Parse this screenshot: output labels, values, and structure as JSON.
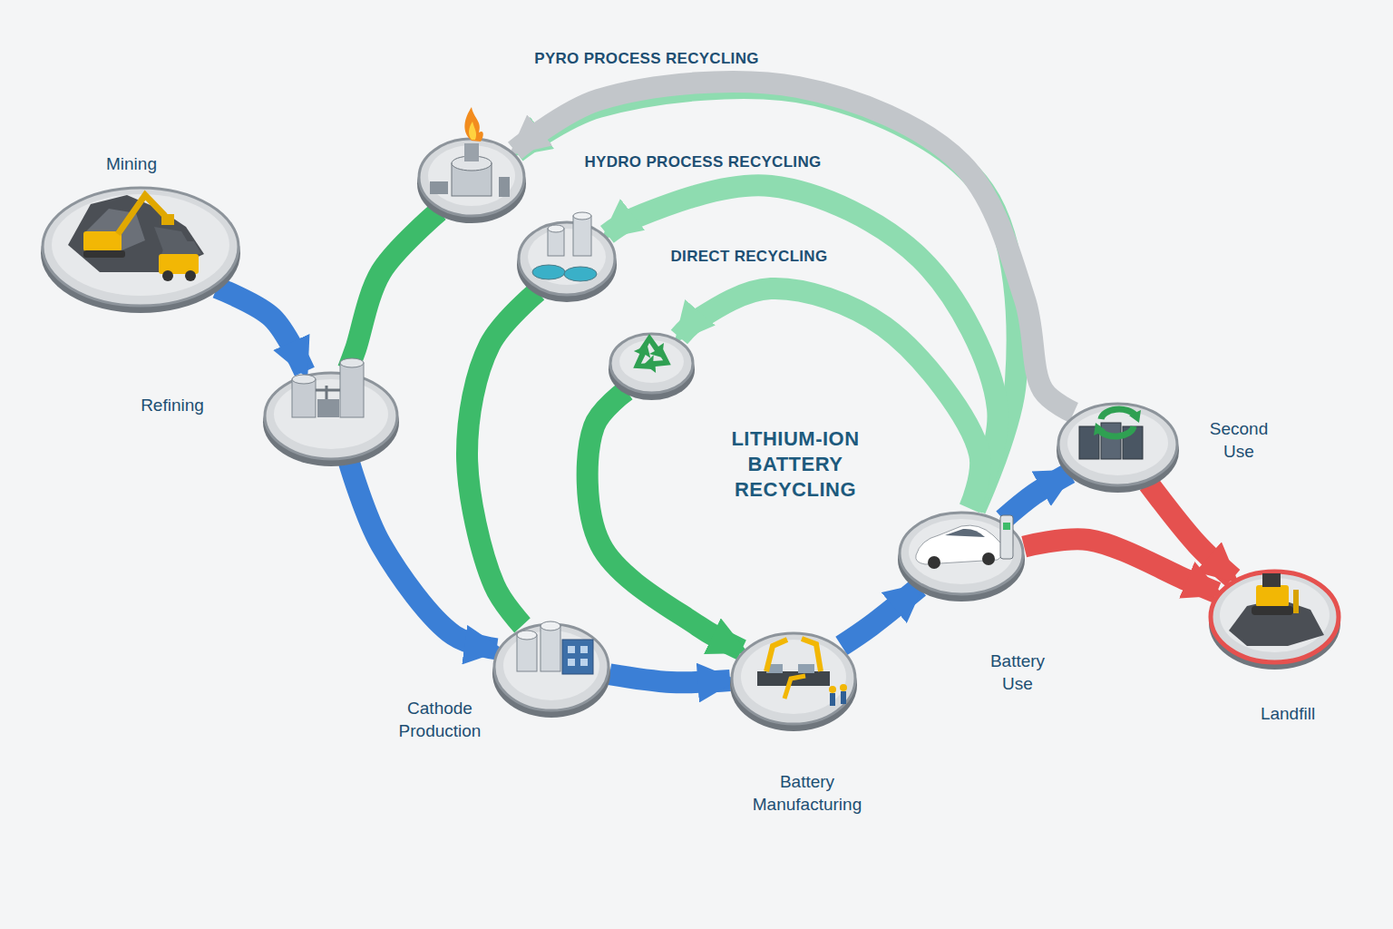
{
  "diagram": {
    "title": "LITHIUM-ION BATTERY RECYCLING",
    "nodes": [
      {
        "text": [
          "Mining"
        ]
      },
      {
        "text": [
          "Refining"
        ]
      },
      {
        "text": [
          "Cathode Production"
        ]
      },
      {
        "text": [
          "Battery Manufacturing"
        ]
      },
      {
        "text": [
          "Battery Use"
        ]
      },
      {
        "text": [
          "Second Use"
        ]
      },
      {
        "text": [
          "Landfill"
        ]
      },
      {
        "text": [
          "PYRO PROCESS RECYCLING"
        ]
      },
      {
        "text": [
          "HYDRO PROCESS RECYCLING"
        ]
      },
      {
        "text": [
          "DIRECT RECYCLING"
        ]
      }
    ],
    "edges": [
      {
        "from": 0,
        "to": 1,
        "arrow": "to"
      },
      {
        "from": 1,
        "to": 2,
        "arrow": "to"
      },
      {
        "from": 2,
        "to": 3,
        "arrow": "to"
      },
      {
        "from": 3,
        "to": 4,
        "arrow": "to"
      },
      {
        "from": 4,
        "to": 5,
        "arrow": "to"
      },
      {
        "from": 5,
        "to": 6,
        "arrow": "to"
      },
      {
        "from": 4,
        "to": 6,
        "arrow": "to"
      },
      {
        "from": 4,
        "to": 7,
        "arrow": "to"
      },
      {
        "from": 4,
        "to": 8,
        "arrow": "to"
      },
      {
        "from": 4,
        "to": 9,
        "arrow": "to"
      },
      {
        "from": 5,
        "to": 7,
        "arrow": "to"
      },
      {
        "from": 7,
        "to": 1,
        "arrow": "none"
      },
      {
        "from": 8,
        "to": 2,
        "arrow": "none"
      },
      {
        "from": 9,
        "to": 3,
        "arrow": "to"
      }
    ]
  }
}
